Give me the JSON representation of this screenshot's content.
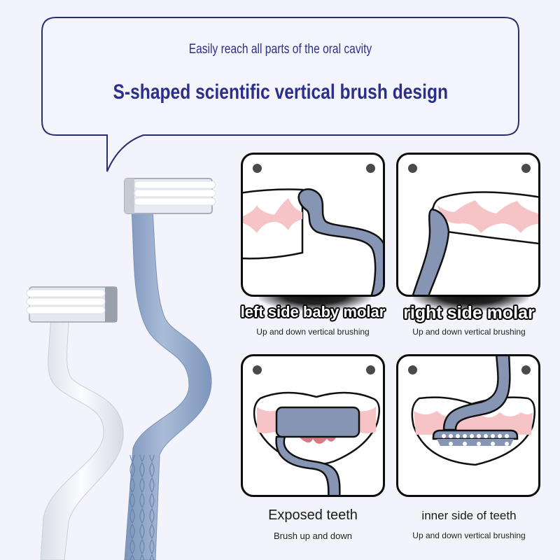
{
  "header_bubble": {
    "subtitle": "Easily reach all parts of the oral cavity",
    "title": "S-shaped scientific vertical brush design"
  },
  "colors": {
    "background": "#f3f4fb",
    "accent_text": "#2b2f8c",
    "brush_handle_blue": "#8fa6c8",
    "illustration_brush": "#8695b3",
    "gum_pink": "#f6c3c6",
    "panel_border": "#0c0c0c"
  },
  "product": {
    "items": [
      {
        "name": "clear toothbrush",
        "color": "#e9ecf2"
      },
      {
        "name": "blue toothbrush",
        "color": "#8fa6c8"
      }
    ]
  },
  "panels": [
    {
      "title": "left side baby molar",
      "caption": "Up and down vertical brushing",
      "style": "outlined"
    },
    {
      "title": "right side molar",
      "caption": "Up and down vertical brushing",
      "style": "outlined"
    },
    {
      "title": "Exposed teeth",
      "caption": "Brush up and down",
      "style": "plain"
    },
    {
      "title": "inner side of teeth",
      "caption": "Up and down vertical brushing",
      "style": "plain"
    }
  ]
}
